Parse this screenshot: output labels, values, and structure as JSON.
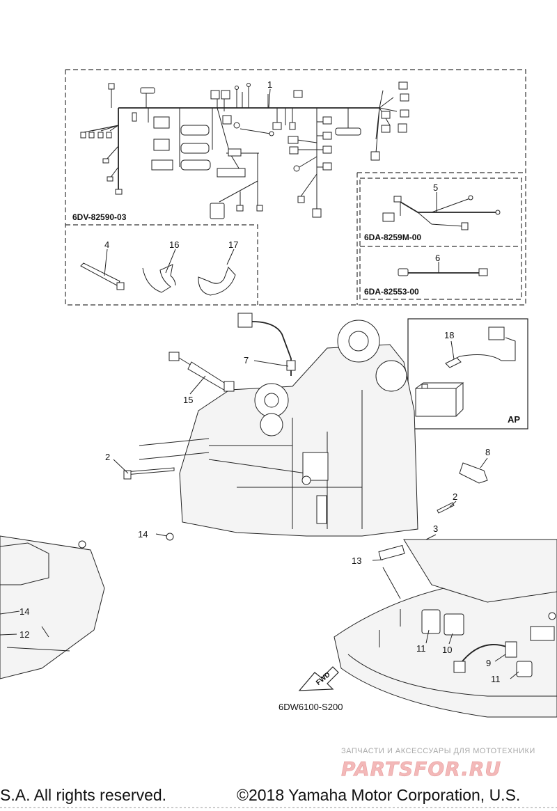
{
  "labels": {
    "p1": "1",
    "p2a": "2",
    "p2b": "2",
    "p3": "3",
    "p4": "4",
    "p5": "5",
    "p6": "6",
    "p7": "7",
    "p8": "8",
    "p9": "9",
    "p10": "10",
    "p11a": "11",
    "p11b": "11",
    "p12": "12",
    "p13": "13",
    "p14a": "14",
    "p14b": "14",
    "p15": "15",
    "p16": "16",
    "p17": "17",
    "p18": "18"
  },
  "codes": {
    "harness": "6DV-82590-03",
    "sub_harness_5": "6DA-8259M-00",
    "sub_harness_6": "6DA-82553-00"
  },
  "ap_label": "AP",
  "fwd_label": "FWD",
  "diagram_ref": "6DW6100-S200",
  "watermark": {
    "tagline": "ЗАПЧАСТИ И АКСЕССУАРЫ ДЛЯ МОТОТЕХНИКИ",
    "logo": "PARTSFOR.RU"
  },
  "footer": {
    "left": "S.A. All rights reserved.",
    "right": "©2018 Yamaha Motor Corporation, U.S."
  }
}
